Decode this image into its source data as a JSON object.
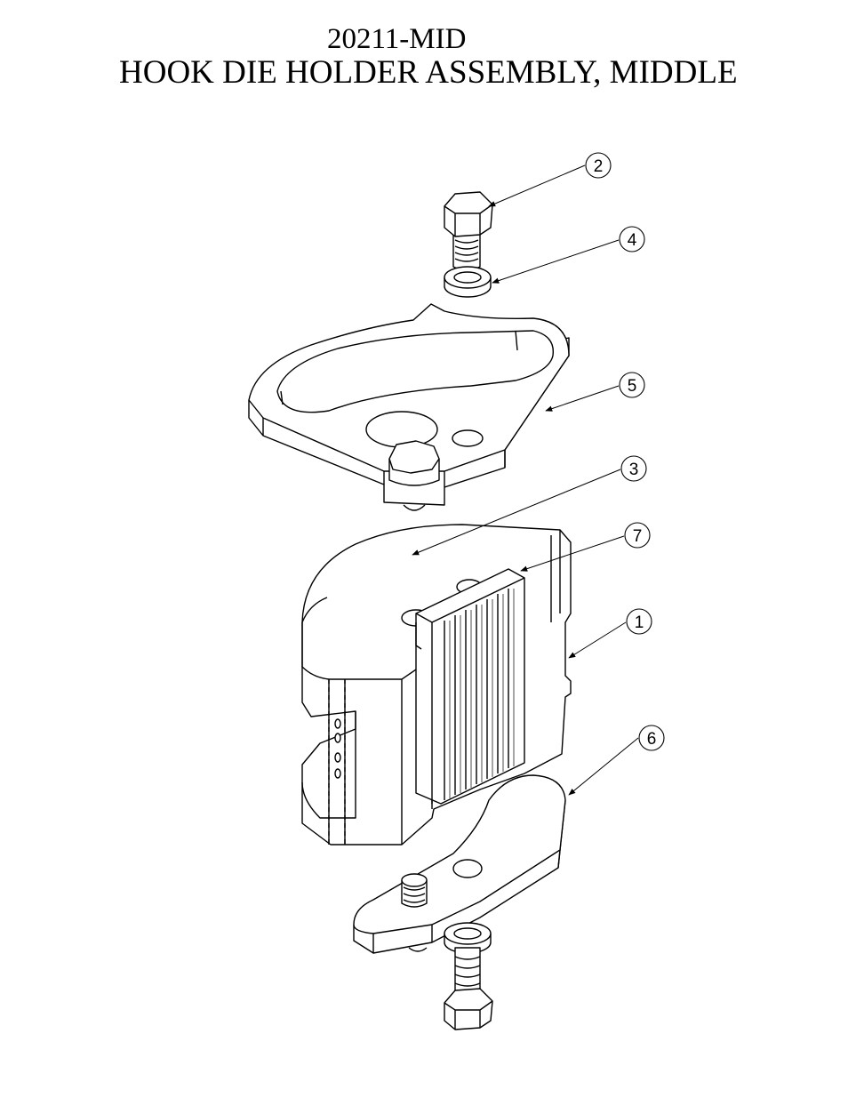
{
  "header": {
    "part_number": "20211-MID",
    "assembly_name": "HOOK DIE HOLDER ASSEMBLY, MIDDLE"
  },
  "callouts": [
    {
      "id": "balloon-2",
      "label": "2",
      "part": "hex-bolt-top"
    },
    {
      "id": "balloon-4",
      "label": "4",
      "part": "washer-top"
    },
    {
      "id": "balloon-5",
      "label": "5",
      "part": "top-plate"
    },
    {
      "id": "balloon-3",
      "label": "3",
      "part": "grease-fitting"
    },
    {
      "id": "balloon-7",
      "label": "7",
      "part": "die-insert"
    },
    {
      "id": "balloon-1",
      "label": "1",
      "part": "holder-body"
    },
    {
      "id": "balloon-6",
      "label": "6",
      "part": "bottom-plate"
    }
  ],
  "colors": {
    "line": "#000000",
    "paper": "#ffffff"
  }
}
